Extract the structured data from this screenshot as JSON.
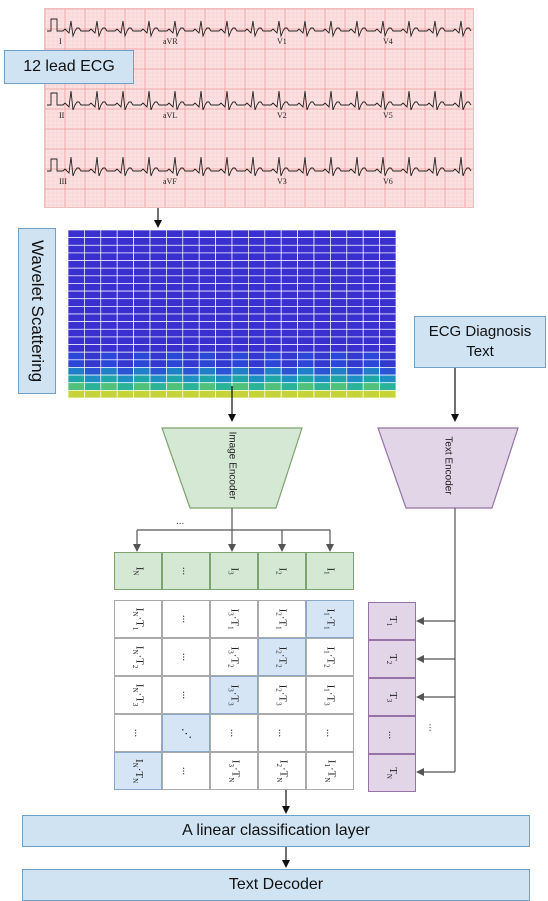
{
  "colors": {
    "blue_box": "#cfe3f3",
    "green": "#d5e8d4",
    "purple": "#e1d5e7",
    "diag": "#d6e5f5",
    "ecg_paper": "#fbe2e2"
  },
  "ecg": {
    "label": "12 lead ECG",
    "leads": [
      "I",
      "aVR",
      "V1",
      "V4",
      "II",
      "aVL",
      "V2",
      "V5",
      "III",
      "aVF",
      "V3",
      "V6"
    ]
  },
  "wavelet": {
    "label": "Wavelet Scattering"
  },
  "diagnosis_text": {
    "label": "ECG Diagnosis Text"
  },
  "image_encoder": {
    "label": "Image Encoder"
  },
  "text_encoder": {
    "label": "Text Encoder"
  },
  "ellipsis": "...",
  "image_features": [
    {
      "base": "I",
      "sub": "N"
    },
    {
      "base": "...",
      "sub": ""
    },
    {
      "base": "I",
      "sub": "3"
    },
    {
      "base": "I",
      "sub": "2"
    },
    {
      "base": "I",
      "sub": "1"
    }
  ],
  "text_features": [
    {
      "base": "T",
      "sub": "1"
    },
    {
      "base": "T",
      "sub": "2"
    },
    {
      "base": "T",
      "sub": "3"
    },
    {
      "base": "...",
      "sub": ""
    },
    {
      "base": "T",
      "sub": "N"
    }
  ],
  "matrix": [
    [
      "I_N·T_1",
      "...",
      "I_3·T_1",
      "I_2·T_1",
      "I_1·T_1"
    ],
    [
      "I_N·T_2",
      "...",
      "I_3·T_2",
      "I_2·T_2",
      "I_1·T_2"
    ],
    [
      "I_N·T_3",
      "...",
      "I_3·T_3",
      "I_2·T_3",
      "I_1·T_3"
    ],
    [
      "...",
      "⋰",
      "...",
      "...",
      "..."
    ],
    [
      "I_N·T_N",
      "...",
      "I_3·T_N",
      "I_2·T_N",
      "I_1·T_N"
    ]
  ],
  "linear_layer": {
    "label": "A linear classification layer"
  },
  "text_decoder": {
    "label": "Text Decoder"
  }
}
